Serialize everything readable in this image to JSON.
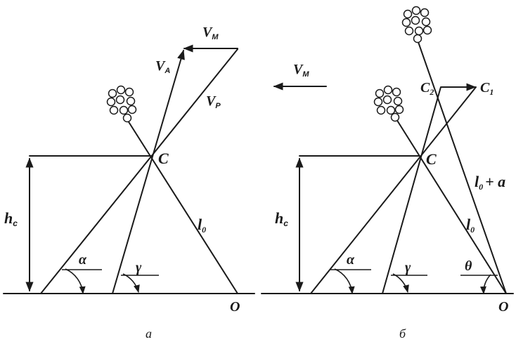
{
  "panel_a": {
    "vm_main": "V",
    "vm_sub": "M",
    "va_main": "V",
    "va_sub": "A",
    "vp_main": "V",
    "vp_sub": "P",
    "point_c": "C",
    "hc_main": "h",
    "hc_sub": "c",
    "l0_main": "l",
    "l0_sub": "0",
    "alpha": "α",
    "gamma": "γ",
    "origin": "O",
    "caption": "а"
  },
  "panel_b": {
    "vm_main": "V",
    "vm_sub": "M",
    "c2_main": "C",
    "c2_sub": "2",
    "c1_main": "C",
    "c1_sub": "1",
    "point_c": "C",
    "hc_main": "h",
    "hc_sub": "c",
    "l0_main": "l",
    "l0_sub": "0",
    "l0a_main": "l",
    "l0a_sub": "0",
    "l0a_rest": "+ a",
    "alpha": "α",
    "gamma": "γ",
    "theta": "θ",
    "origin": "O",
    "caption": "б"
  }
}
